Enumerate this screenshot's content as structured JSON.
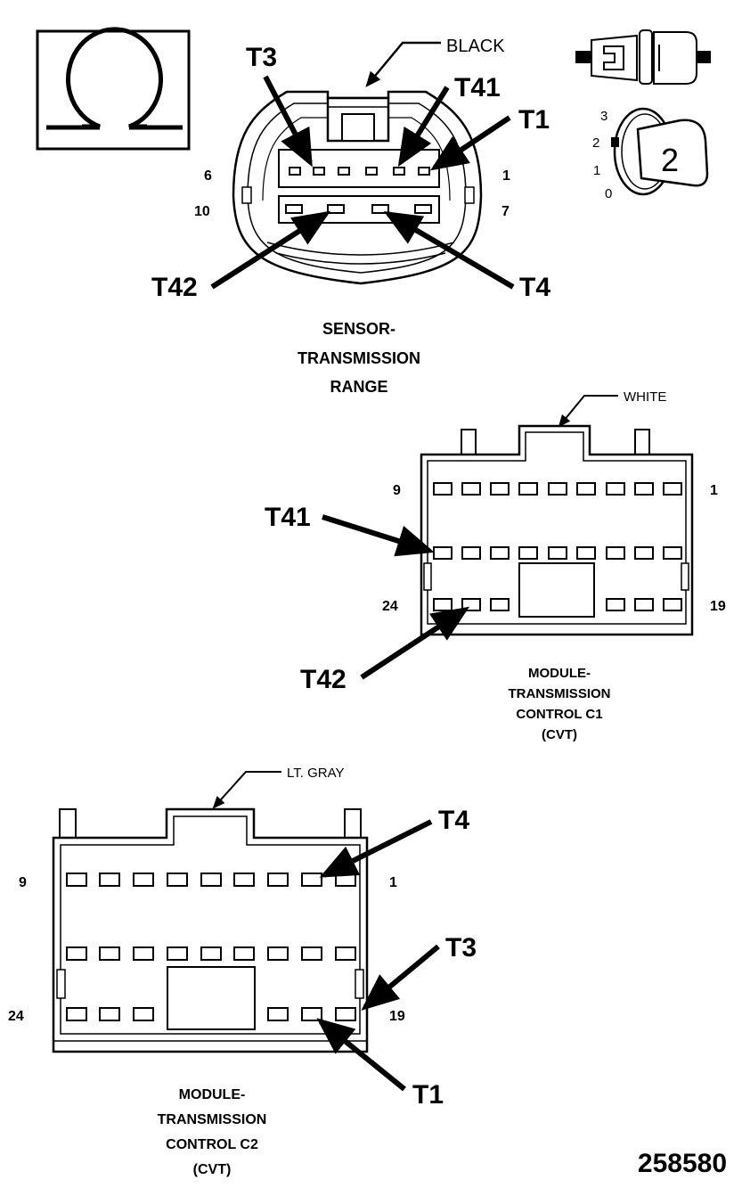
{
  "symbols": {
    "ohm_icon": "ohm-symbol-icon",
    "connector_icon": "connector-icon",
    "key_icon": "ignition-key-icon"
  },
  "key": {
    "positions": [
      "3",
      "2",
      "1",
      "0"
    ],
    "current": "2"
  },
  "sensor": {
    "color_label": "BLACK",
    "terminals": {
      "t3": "T3",
      "t41": "T41",
      "t1": "T1",
      "t42": "T42",
      "t4": "T4"
    },
    "pins": {
      "top_left": "6",
      "top_right": "1",
      "bottom_left": "10",
      "bottom_right": "7"
    },
    "caption": [
      "SENSOR-",
      "TRANSMISSION",
      "RANGE"
    ]
  },
  "c1": {
    "color_label": "WHITE",
    "terminals": {
      "t41": "T41",
      "t42": "T42"
    },
    "pins": {
      "top_left": "9",
      "top_right": "1",
      "bottom_left": "24",
      "bottom_right": "19"
    },
    "caption": [
      "MODULE-",
      "TRANSMISSION",
      "CONTROL C1",
      "(CVT)"
    ]
  },
  "c2": {
    "color_label": "LT. GRAY",
    "terminals": {
      "t4": "T4",
      "t3": "T3",
      "t1": "T1"
    },
    "pins": {
      "top_left": "9",
      "top_right": "1",
      "bottom_left": "24",
      "bottom_right": "19"
    },
    "caption": [
      "MODULE-",
      "TRANSMISSION",
      "CONTROL C2",
      "(CVT)"
    ]
  },
  "figure_number": "258580"
}
